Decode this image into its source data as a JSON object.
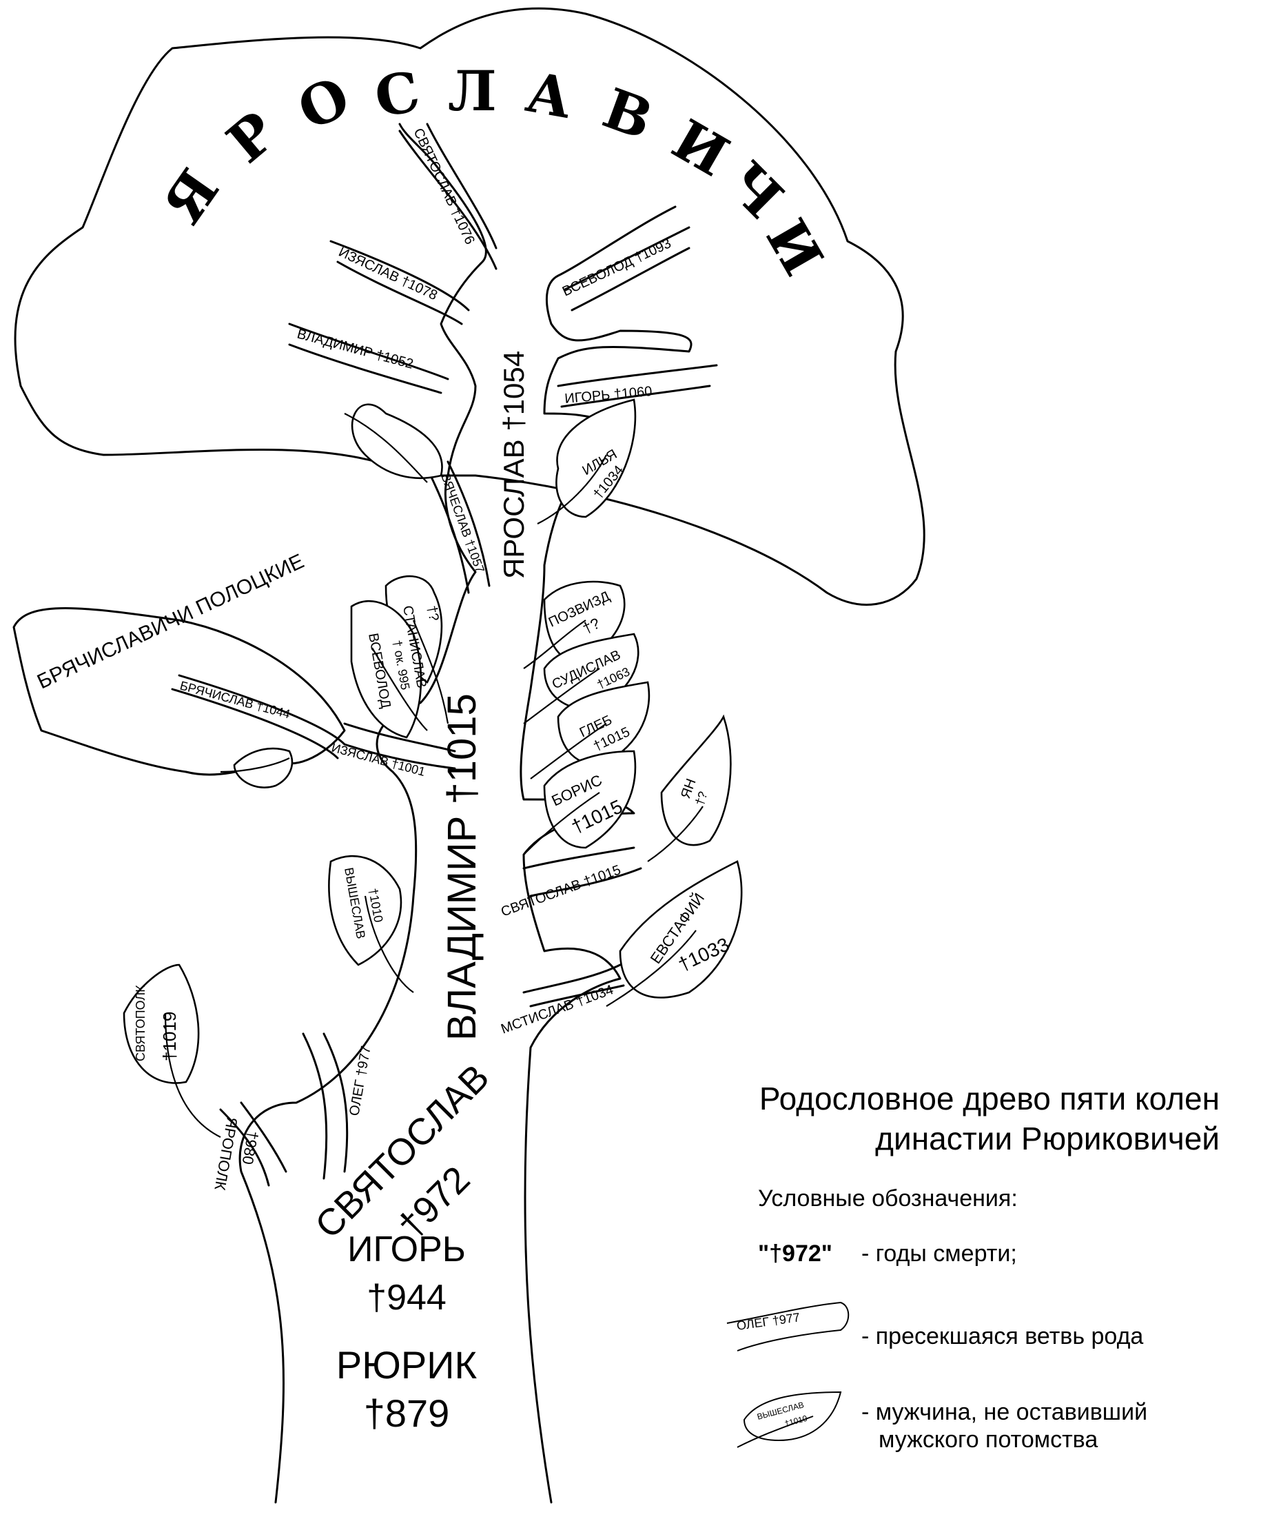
{
  "title": "ЯРОСЛАВИЧИ",
  "trunk": {
    "rurik": "РЮРИК",
    "rurik_year": "†879",
    "igor": "ИГОРЬ",
    "igor_year": "†944",
    "svyatoslav": "СВЯТОСЛАВ",
    "svyatoslav_year": "†972",
    "vladimir": "ВЛАДИМИР †1015",
    "yaroslav": "ЯРОСЛАВ †1054"
  },
  "branches": {
    "svyatoslav_1076": "СВЯТОСЛАВ †1076",
    "izyaslav_1078": "ИЗЯСЛАВ †1078",
    "vsevolod_1093": "ВСЕВОЛОД †1093",
    "vladimir_1052": "ВЛАДИМИР †1052",
    "igor_1060": "ИГОРЬ †1060",
    "vyacheslav_1057": "ВЯЧЕСЛАВ †1057",
    "bryachislav_1044": "БРЯЧИСЛАВ †1044",
    "izyaslav_1001": "ИЗЯСЛАВ †1001",
    "svyatoslav_1015": "СВЯТОСЛАВ †1015",
    "mstislav_1034": "МСТИСЛАВ †1034",
    "oleg_977": "ОЛЕГ †977",
    "yaropolk": "ЯРОПОЛК",
    "yaropolk_year": "†980"
  },
  "crowns": {
    "bryachislavichi": "БРЯЧИСЛАВИЧИ ПОЛОЦКИЕ"
  },
  "leaves": {
    "ilya": "ИЛЬЯ",
    "ilya_year": "†1034",
    "stanislav": "СТАНИСЛАВ",
    "stanislav_year": "†?",
    "vsevolod": "ВСЕВОЛОД",
    "vsevolod_year": "† ок. 995",
    "pozvizd": "ПОЗВИЗД",
    "pozvizd_year": "†?",
    "sudislav": "СУДИСЛАВ",
    "sudislav_year": "†1063",
    "gleb": "ГЛЕБ",
    "gleb_year": "†1015",
    "boris": "БОРИС",
    "boris_year": "†1015",
    "yan": "ЯН",
    "yan_year": "†?",
    "vysheslav": "ВЫШЕСЛАВ",
    "vysheslav_year": "†1010",
    "evstafy": "ЕВСТАФИЙ",
    "evstafy_year": "†1033",
    "svyatopolk": "СВЯТОПОЛК",
    "svyatopolk_year": "†1019"
  },
  "caption": {
    "line1": "Родословное древо пяти колен",
    "line2": "династии Рюриковичей"
  },
  "legend": {
    "heading": "Условные обозначения:",
    "death_sample": "\"†972\"",
    "death_text": "- годы смерти;",
    "branch_sample": "ОЛЕГ †977",
    "branch_text": "- пресекшаяся ветвь рода",
    "leaf_sample": "ВЫШЕСЛАВ",
    "leaf_sample_year": "†1010",
    "leaf_text_1": "- мужчина, не оставивший",
    "leaf_text_2": "мужского потомства"
  }
}
